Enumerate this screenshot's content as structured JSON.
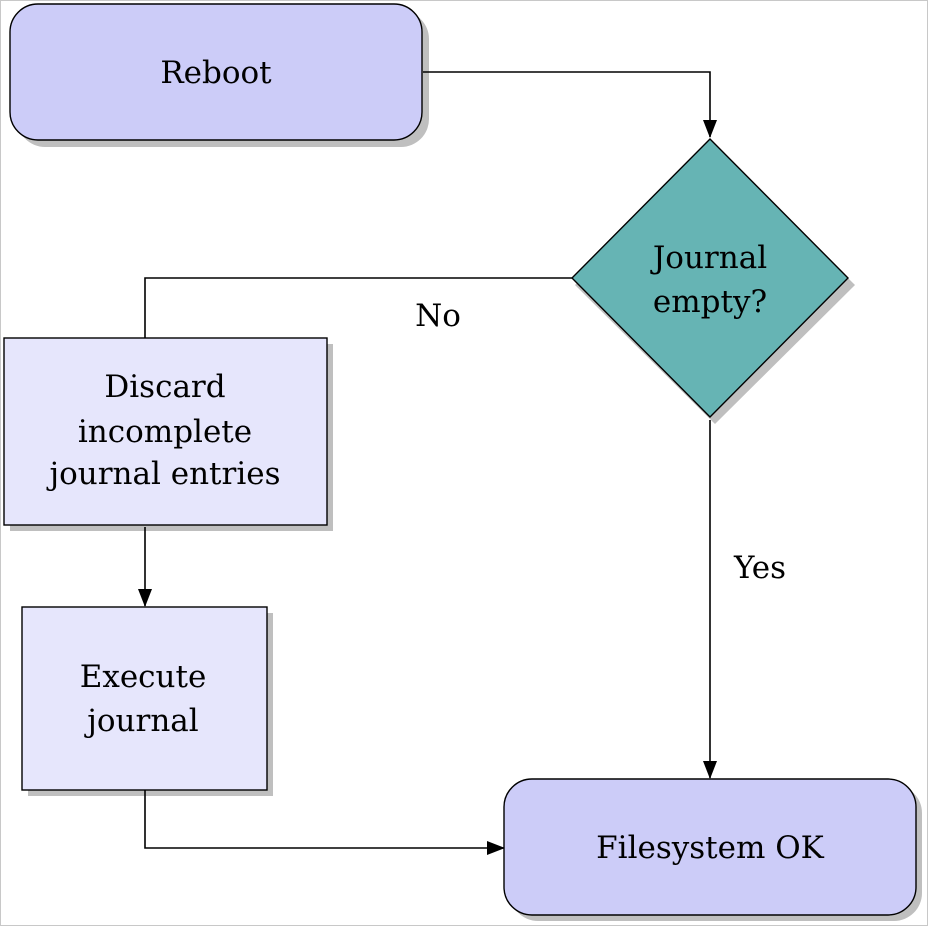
{
  "colors": {
    "terminal_fill": "#ccccf8",
    "process_fill": "#e6e6fc",
    "decision_fill": "#66b4b4",
    "stroke": "#000000",
    "shadow": "#8a8a8a"
  },
  "nodes": {
    "reboot": {
      "lines": [
        "Reboot"
      ],
      "shape": "rounded-rectangle"
    },
    "decision": {
      "lines": [
        "Journal",
        "empty?"
      ],
      "shape": "diamond"
    },
    "discard": {
      "lines": [
        "Discard",
        "incomplete",
        "journal entries"
      ],
      "shape": "rectangle"
    },
    "execute": {
      "lines": [
        "Execute",
        "journal"
      ],
      "shape": "rectangle"
    },
    "filesystem": {
      "lines": [
        "Filesystem OK"
      ],
      "shape": "rounded-rectangle"
    }
  },
  "edges": {
    "no_label": "No",
    "yes_label": "Yes"
  }
}
